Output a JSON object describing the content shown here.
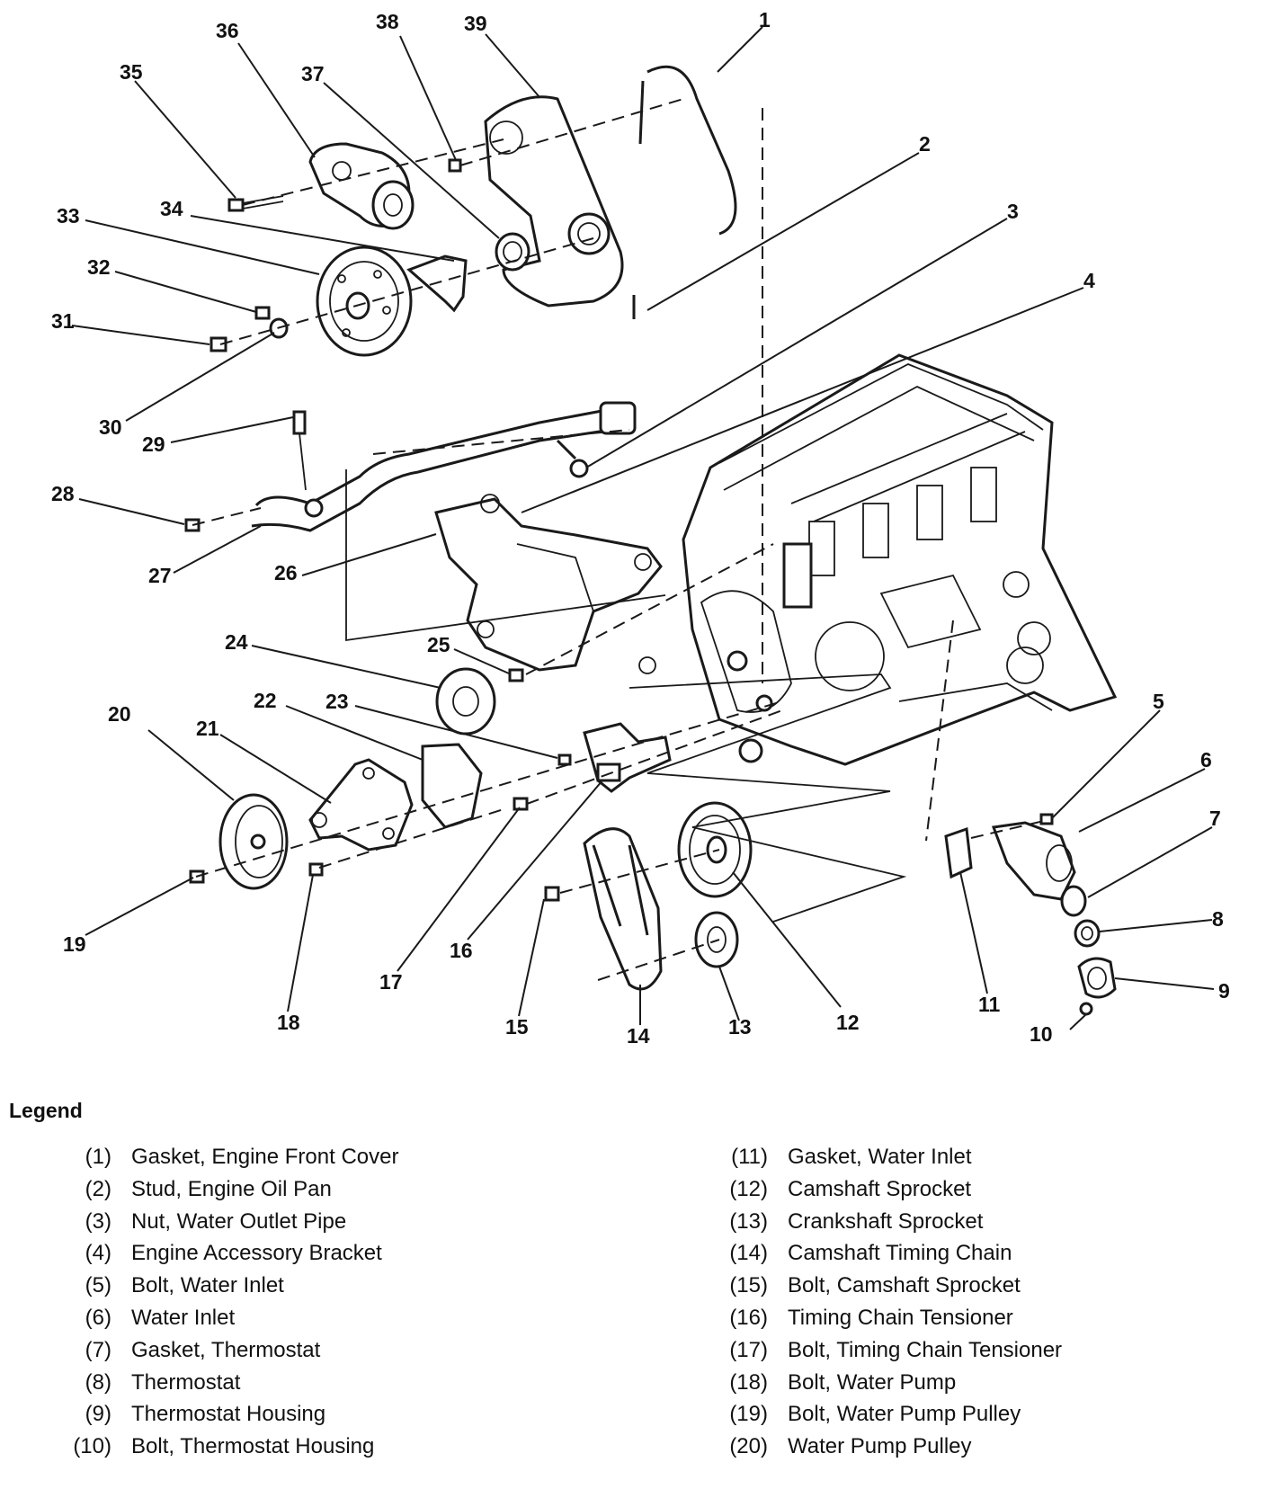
{
  "legend": {
    "title": "Legend",
    "items": [
      {
        "num": "(1)",
        "name": "Gasket, Engine Front Cover"
      },
      {
        "num": "(2)",
        "name": "Stud, Engine Oil Pan"
      },
      {
        "num": "(3)",
        "name": "Nut, Water Outlet Pipe"
      },
      {
        "num": "(4)",
        "name": "Engine Accessory Bracket"
      },
      {
        "num": "(5)",
        "name": "Bolt, Water Inlet"
      },
      {
        "num": "(6)",
        "name": "Water Inlet"
      },
      {
        "num": "(7)",
        "name": "Gasket, Thermostat"
      },
      {
        "num": "(8)",
        "name": "Thermostat"
      },
      {
        "num": "(9)",
        "name": "Thermostat Housing"
      },
      {
        "num": "(10)",
        "name": "Bolt, Thermostat Housing"
      },
      {
        "num": "(11)",
        "name": "Gasket, Water Inlet"
      },
      {
        "num": "(12)",
        "name": "Camshaft Sprocket"
      },
      {
        "num": "(13)",
        "name": "Crankshaft Sprocket"
      },
      {
        "num": "(14)",
        "name": "Camshaft Timing Chain"
      },
      {
        "num": "(15)",
        "name": "Bolt, Camshaft Sprocket"
      },
      {
        "num": "(16)",
        "name": "Timing Chain Tensioner"
      },
      {
        "num": "(17)",
        "name": "Bolt, Timing Chain Tensioner"
      },
      {
        "num": "(18)",
        "name": "Bolt, Water Pump"
      },
      {
        "num": "(19)",
        "name": "Bolt, Water Pump Pulley"
      },
      {
        "num": "(20)",
        "name": "Water Pump Pulley"
      }
    ]
  },
  "callouts": [
    "1",
    "2",
    "3",
    "4",
    "5",
    "6",
    "7",
    "8",
    "9",
    "10",
    "11",
    "12",
    "13",
    "14",
    "15",
    "16",
    "17",
    "18",
    "19",
    "20",
    "21",
    "22",
    "23",
    "24",
    "25",
    "26",
    "27",
    "28",
    "29",
    "30",
    "31",
    "32",
    "33",
    "34",
    "35",
    "36",
    "37",
    "38",
    "39"
  ]
}
